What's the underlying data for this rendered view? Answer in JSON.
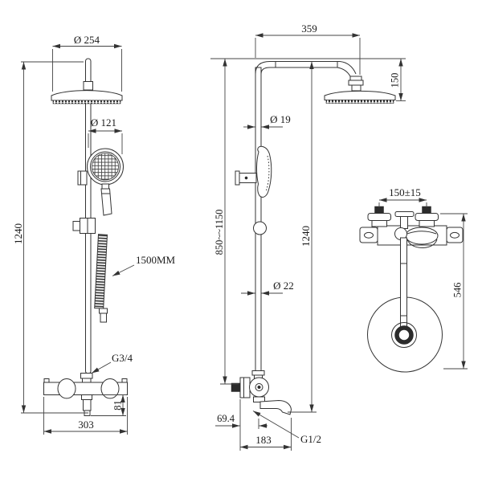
{
  "drawing": {
    "front_view": {
      "head_diameter": "Ø 254",
      "hand_shower_diameter": "Ø 121",
      "overall_height": "1240",
      "hose_length": "1500MM",
      "inlet_thread": "G3/4",
      "spout_height": "81",
      "valve_width": "303"
    },
    "side_view": {
      "arm_projection": "359",
      "head_drop": "150",
      "pipe_diameter_top": "Ø 19",
      "adjustable_height": "850~~1150",
      "column_height": "1240",
      "pipe_diameter_bottom": "Ø 22",
      "wall_offset": "69.4",
      "spout_reach": "183",
      "outlet_thread": "G1/2"
    },
    "valve_view": {
      "handle_spacing": "150±15",
      "hand_shower_drop": "546"
    },
    "colors": {
      "line": "#333333",
      "text": "#1a1a1a",
      "background": "#ffffff"
    }
  }
}
